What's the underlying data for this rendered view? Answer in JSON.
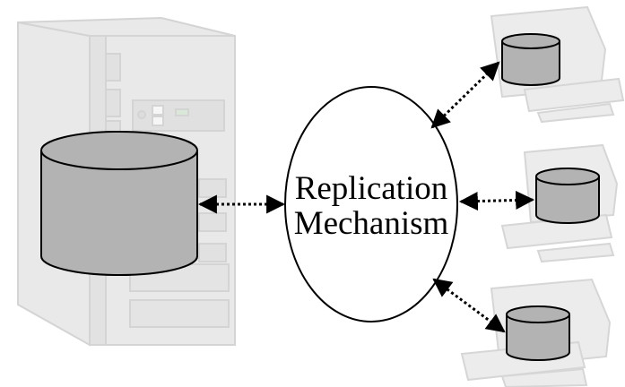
{
  "diagram": {
    "center_node": {
      "line1": "Replication",
      "line2": "Mechanism"
    },
    "colors": {
      "cylinder_fill": "#b3b3b3",
      "cylinder_stroke": "#000000",
      "faded_hardware": "#e6e6e6",
      "faded_hardware_stroke": "#d2d2d2",
      "ellipse_fill": "#ffffff",
      "connector": "#000000"
    },
    "icons": {
      "server": "server-tower-icon",
      "client": "desktop-computer-icon",
      "database": "database-cylinder-icon",
      "connector": "dotted-double-arrow"
    }
  }
}
